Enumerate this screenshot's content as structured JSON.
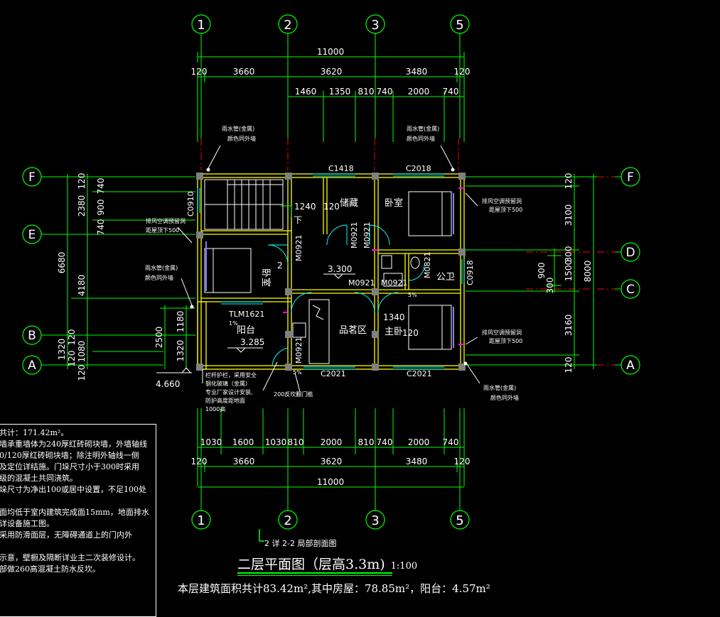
{
  "drawing": {
    "title": "二层平面图（层高3.3m)",
    "scale": "1:100",
    "area_summary": "本层建筑面积共计83.42m²,其中房屋：78.85m²，阳台：4.57m²",
    "section_ref": "2  详 2-2 局部剖面图",
    "colors": {
      "background": "#000000",
      "wall": "#ffff00",
      "dimension": "#00ff00",
      "axis": "#ff0000",
      "text": "#ffffff",
      "furniture": "#ffffff",
      "window": "#00ffff",
      "door": "#00ffff",
      "accent": "#ff00ff"
    }
  },
  "grid_axes": {
    "vertical": [
      "1",
      "2",
      "3",
      "5"
    ],
    "horizontal_left": [
      "F",
      "E",
      "B",
      "A"
    ],
    "horizontal_right": [
      "F",
      "D",
      "C",
      "A"
    ]
  },
  "dimensions": {
    "top_total": "11000",
    "top_row1": [
      "120",
      "3660",
      "3620",
      "3480",
      "120"
    ],
    "top_row2": [
      "1460",
      "1350",
      "810",
      "740",
      "2000",
      "740"
    ],
    "bottom_row1": [
      "1030",
      "1600",
      "1030",
      "810",
      "2000",
      "810",
      "740",
      "2000",
      "740"
    ],
    "bottom_row2": [
      "120",
      "3660",
      "3620",
      "3480",
      "120"
    ],
    "bottom_total": "11000",
    "left_outer": [
      "6680"
    ],
    "left_mid": [
      "2380",
      "4180",
      "120",
      "1320",
      "120"
    ],
    "left_inner": [
      "120",
      "740",
      "900",
      "740",
      "120",
      "1080"
    ],
    "left_balcony": [
      "2500",
      "1180",
      "1320"
    ],
    "right_outer": [
      "8000"
    ],
    "right_mid": [
      "120",
      "3100",
      "900",
      "3160",
      "120"
    ],
    "right_inner": [
      "300",
      "1500",
      "300"
    ]
  },
  "rooms": [
    {
      "label": "储藏"
    },
    {
      "label": "卧室"
    },
    {
      "label": "卧室"
    },
    {
      "label": "公卫"
    },
    {
      "label": "主卧"
    },
    {
      "label": "品茗区"
    },
    {
      "label": "阳台"
    }
  ],
  "openings": {
    "windows": [
      "C1418",
      "C2018",
      "C0910",
      "C0918",
      "C2021",
      "C2021",
      "TLM1621"
    ],
    "doors": [
      "M0921",
      "M0921",
      "M0921",
      "M0921",
      "M0921",
      "M0921",
      "M0821"
    ]
  },
  "annotations": {
    "dims_inner": [
      "1240",
      "120",
      "1340",
      "120"
    ],
    "elevations": [
      "3.300",
      "3.285",
      "4.660"
    ],
    "stair_dir": "下",
    "slope_1": "1%",
    "slope_2": "5%",
    "slope_3": "5%",
    "stair_num": "2",
    "rain_pipe_1": "雨水管(金属)",
    "rain_pipe_1b": "颜色同外墙",
    "rain_pipe_2": "雨水管(金属)",
    "rain_pipe_2b": "颜色同外墙",
    "rain_pipe_3": "雨水管(金属)",
    "rain_pipe_3b": "颜色同外墙",
    "rain_pipe_4": "雨水管(金属)",
    "rain_pipe_4b": "颜色同外墙",
    "ac_1": "排风空调预留洞",
    "ac_1b": "距屋顶下500",
    "ac_2": "排风空调预留洞",
    "ac_2b": "距屋顶下500",
    "ac_3": "排风空调预留洞",
    "ac_3b": "距屋顶下500",
    "railing_1": "栏杆护栏，采用安全",
    "railing_2": "钢化玻璃（金属）",
    "railing_3": "专业厂家设计安装,",
    "railing_4": "防护高度距地面",
    "railing_5": "1000高",
    "sill_note": "200反坎翻门槛"
  },
  "notes": [
    "共计：171.42m²。",
    "墙承重墙体为240厚红砖砌块墙，外墙轴线",
    "0/120厚红砖砌块墙；除注明外轴线一侧",
    "及定位详结施。门垛尺寸小于300时采用",
    "级的混凝土共同浇筑。",
    "垛尺寸为净出100或居中设置，不足100处",
    "",
    "面均低于室内建筑完成面15mm，地面排水",
    "详设备施工图。",
    "采用防滑面层，无障碍通道上的门内外",
    "",
    "示意，壁橱及隔断详业主二次装修设计。",
    "部做260高混凝土防水反坎。"
  ]
}
